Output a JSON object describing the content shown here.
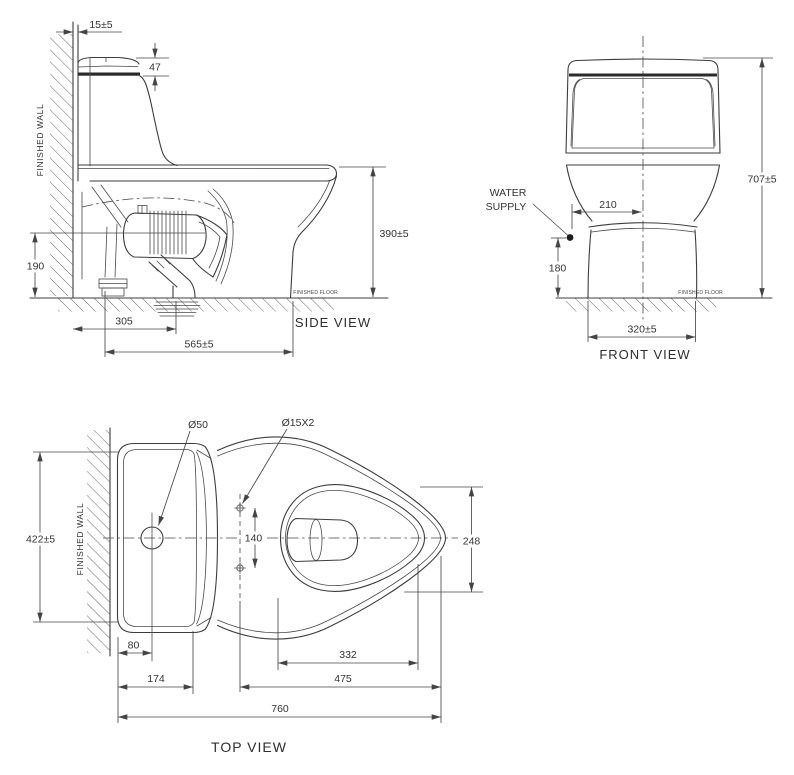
{
  "drawing_title": "toilet installation dimension drawing",
  "views": {
    "side": {
      "label": "SIDE VIEW",
      "finished_wall": "FINISHED WALL",
      "finished_floor": "FINISHED FLOOR",
      "dims": {
        "wall_gap": "15±5",
        "lid_height": "47",
        "inlet_height": "190",
        "outlet_offset": "305",
        "depth": "565±5",
        "bowl_height": "390±5"
      }
    },
    "front": {
      "label": "FRONT VIEW",
      "finished_floor": "FINISHED FLOOR",
      "water_supply_1": "WATER",
      "water_supply_2": "SUPPLY",
      "dims": {
        "supply_offset": "210",
        "supply_height": "180",
        "base_width": "320±5",
        "overall_height": "707±5"
      }
    },
    "top": {
      "label": "TOP VIEW",
      "finished_wall": "FINISHED WALL",
      "dims": {
        "spud_diameter": "Ø50",
        "bolt_holes": "Ø15X2",
        "overall_width": "422±5",
        "bolt_spacing": "140",
        "bowl_width": "248",
        "spud_offset": "80",
        "tank_depth": "174",
        "bowl_length": "332",
        "bolt_to_front": "475",
        "overall_length": "760"
      }
    }
  }
}
